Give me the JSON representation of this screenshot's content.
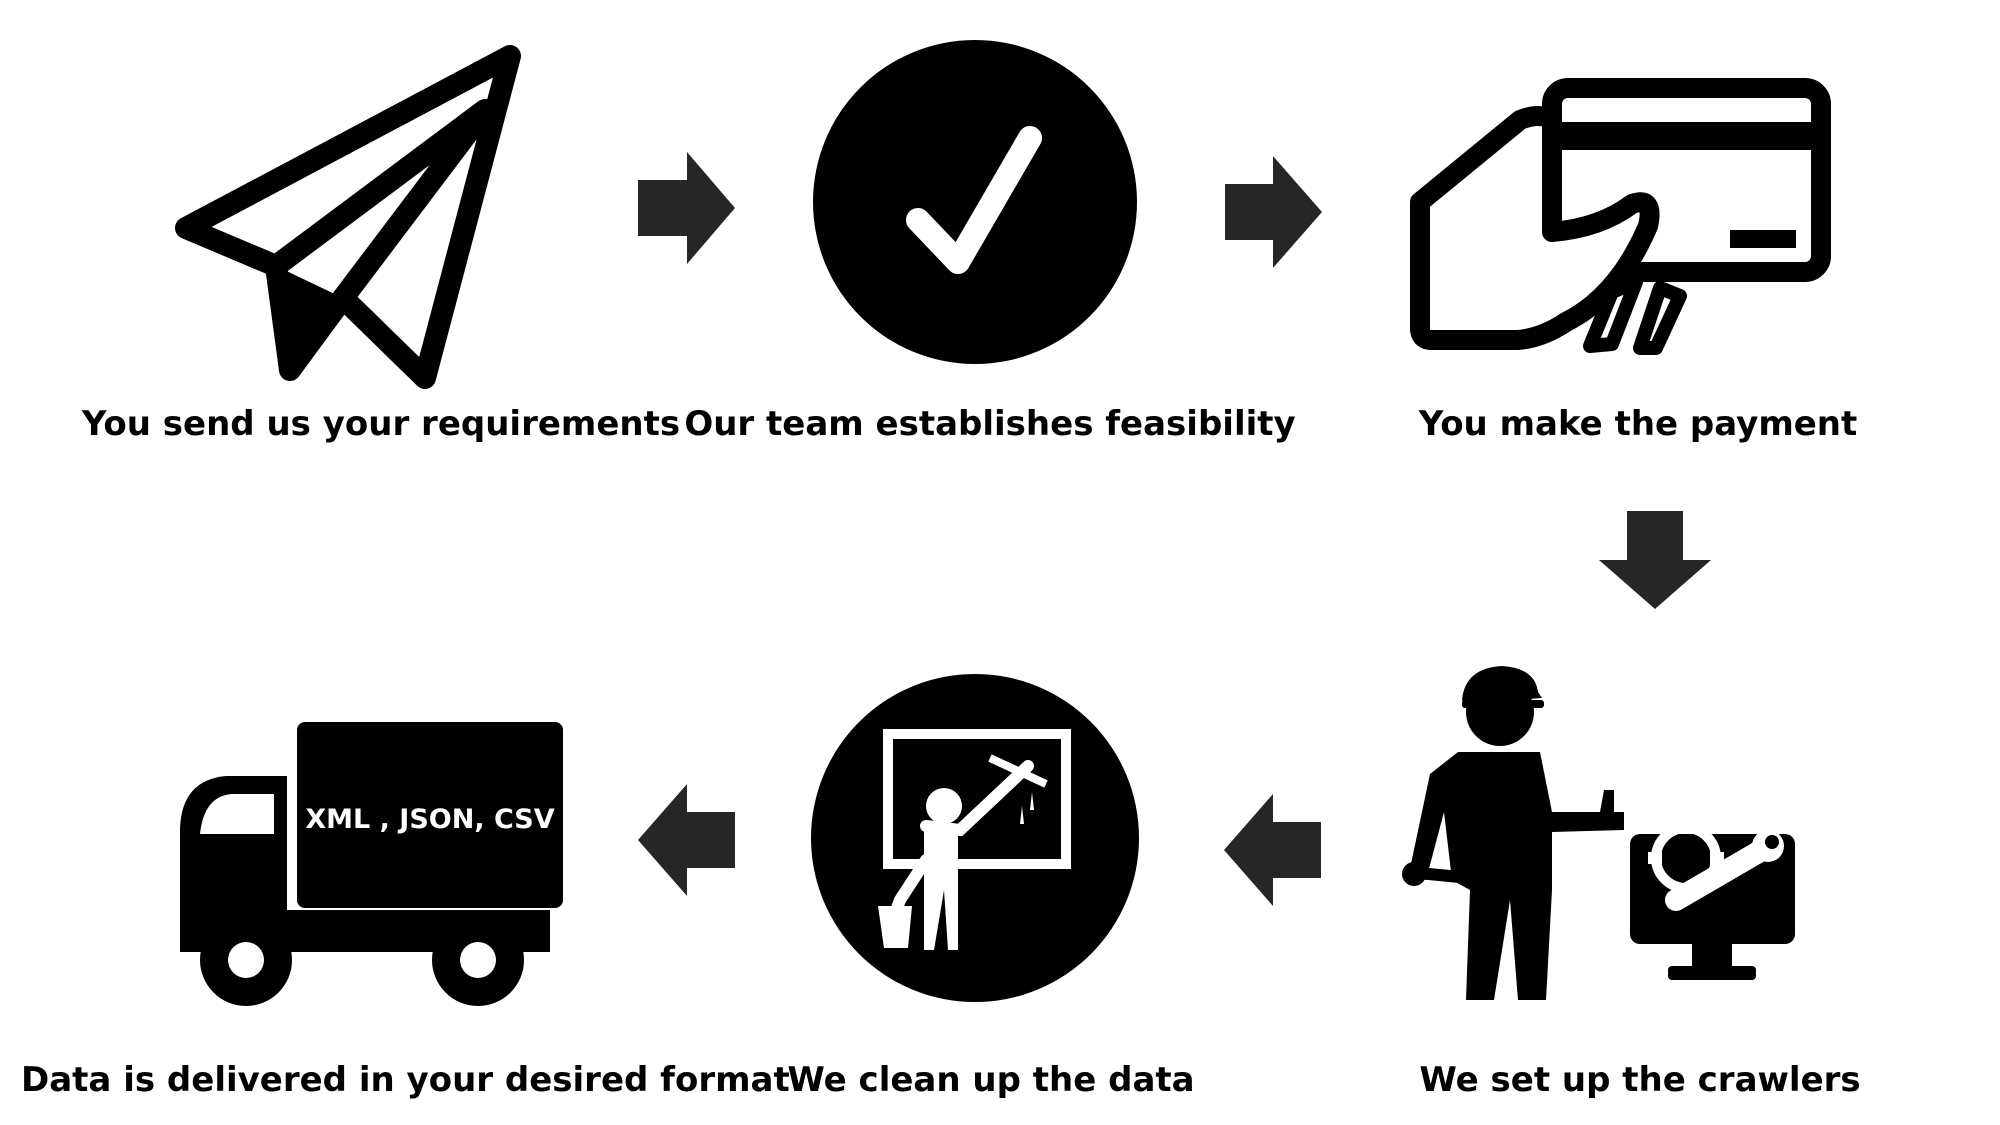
{
  "colors": {
    "icon": "#000000",
    "arrow": "#262626",
    "background": "#ffffff"
  },
  "steps": [
    {
      "label": "You send us your requirements",
      "icon": "paper-plane-icon"
    },
    {
      "label": "Our team establishes feasibility",
      "icon": "check-circle-icon"
    },
    {
      "label": "You make the payment",
      "icon": "hand-credit-card-icon"
    },
    {
      "label": "We set up the crawlers",
      "icon": "technician-computer-icon"
    },
    {
      "label": "We clean up the data",
      "icon": "window-cleaner-icon"
    },
    {
      "label": "Data is delivered in your desired format",
      "icon": "delivery-truck-icon"
    }
  ],
  "truck": {
    "formats": "XML , JSON, CSV"
  },
  "arrows": [
    "right",
    "right",
    "down",
    "left",
    "left"
  ]
}
